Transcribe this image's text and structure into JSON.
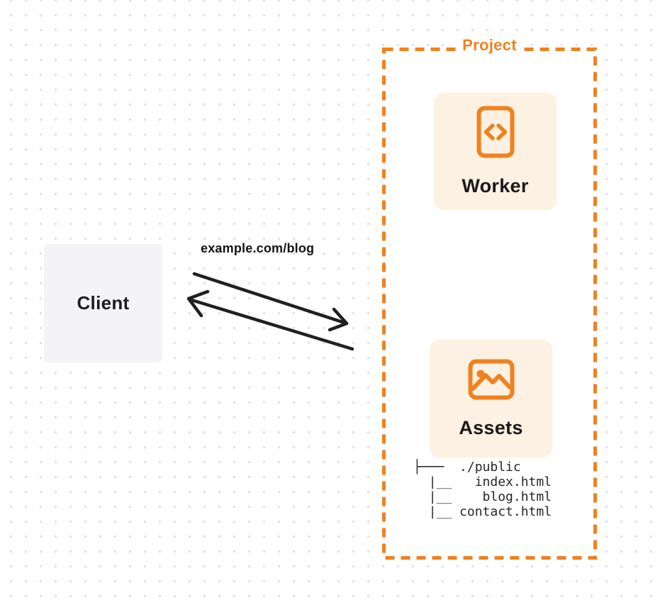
{
  "diagram": {
    "client": {
      "label": "Client"
    },
    "request": {
      "label": "example.com/blog"
    },
    "project": {
      "label": "Project",
      "nodes": [
        {
          "label": "Worker",
          "icon": "code-document-icon"
        },
        {
          "label": "Assets",
          "icon": "image-icon"
        }
      ],
      "file_tree": "├───  ./public\n  |__   index.html\n  |__    blog.html\n  |__ contact.html"
    },
    "colors": {
      "accent_orange": "#f0811f",
      "card_cream": "#fcf1e2",
      "client_gray": "#f4f4f6",
      "arrow_dark": "#202020",
      "label_dark": "#1a1a1c",
      "dot_grid": "#e3e3e6"
    }
  }
}
